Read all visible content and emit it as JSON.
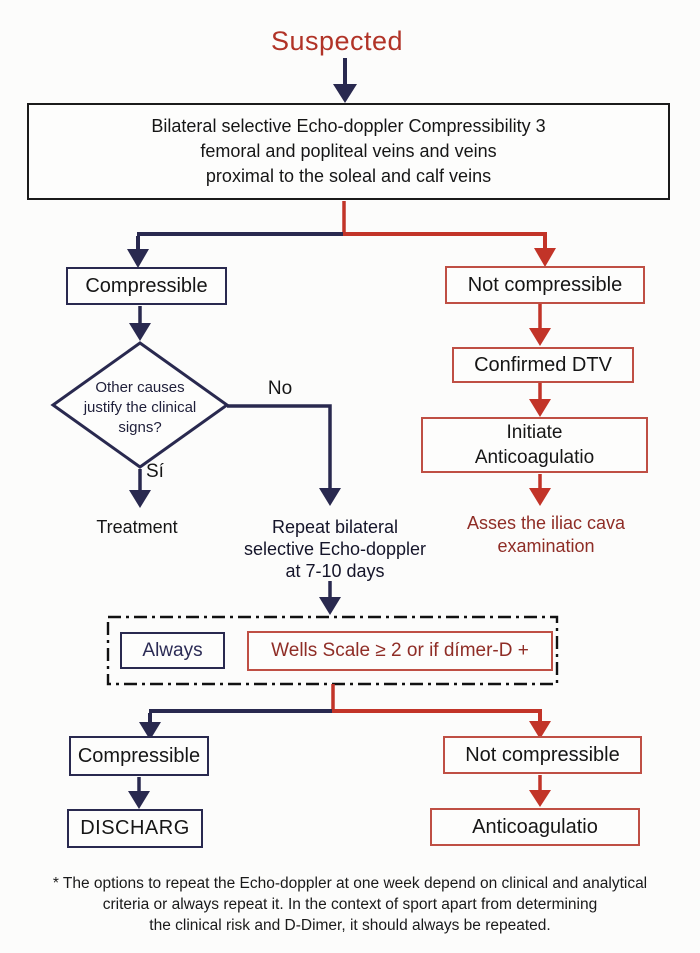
{
  "title": "Suspected",
  "main_box": {
    "line1": "Bilateral selective Echo-doppler Compressibility 3",
    "line2": "femoral and popliteal veins and veins",
    "line3": "proximal to the soleal and calf veins"
  },
  "left_branch": {
    "compressible": "Compressible",
    "decision": {
      "line1": "Other causes",
      "line2": "justify the clinical",
      "line3": "signs?"
    },
    "yes_label": "Sí",
    "no_label": "No",
    "treatment": "Treatment",
    "repeat": {
      "line1": "Repeat bilateral",
      "line2": "selective Echo-doppler",
      "line3": "at 7-10 days"
    }
  },
  "right_branch": {
    "not_compressible": "Not compressible",
    "confirmed": "Confirmed DTV",
    "initiate": {
      "line1": "Initiate",
      "line2": "Anticoagulatio"
    },
    "asses": {
      "line1": "Asses the iliac cava",
      "line2": "examination"
    }
  },
  "criteria": {
    "always": "Always",
    "wells": "Wells Scale ≥ 2 or if dímer-D +"
  },
  "bottom": {
    "compressible": "Compressible",
    "discharge": "DISCHARG",
    "not_compressible": "Not compressible",
    "anticoagulation": "Anticoagulatio"
  },
  "footnote": {
    "line1": "* The options to repeat the Echo-doppler at one week depend on clinical and analytical",
    "line2": "criteria or always repeat it. In the context of sport apart from determining",
    "line3": "the clinical risk and D-Dimer, it should always be repeated."
  },
  "colors": {
    "navy": "#29294f",
    "red": "#c23428",
    "red_border": "#bf4f44",
    "maroon": "#8f2d26",
    "title_red": "#b13327",
    "ink": "#161616"
  }
}
